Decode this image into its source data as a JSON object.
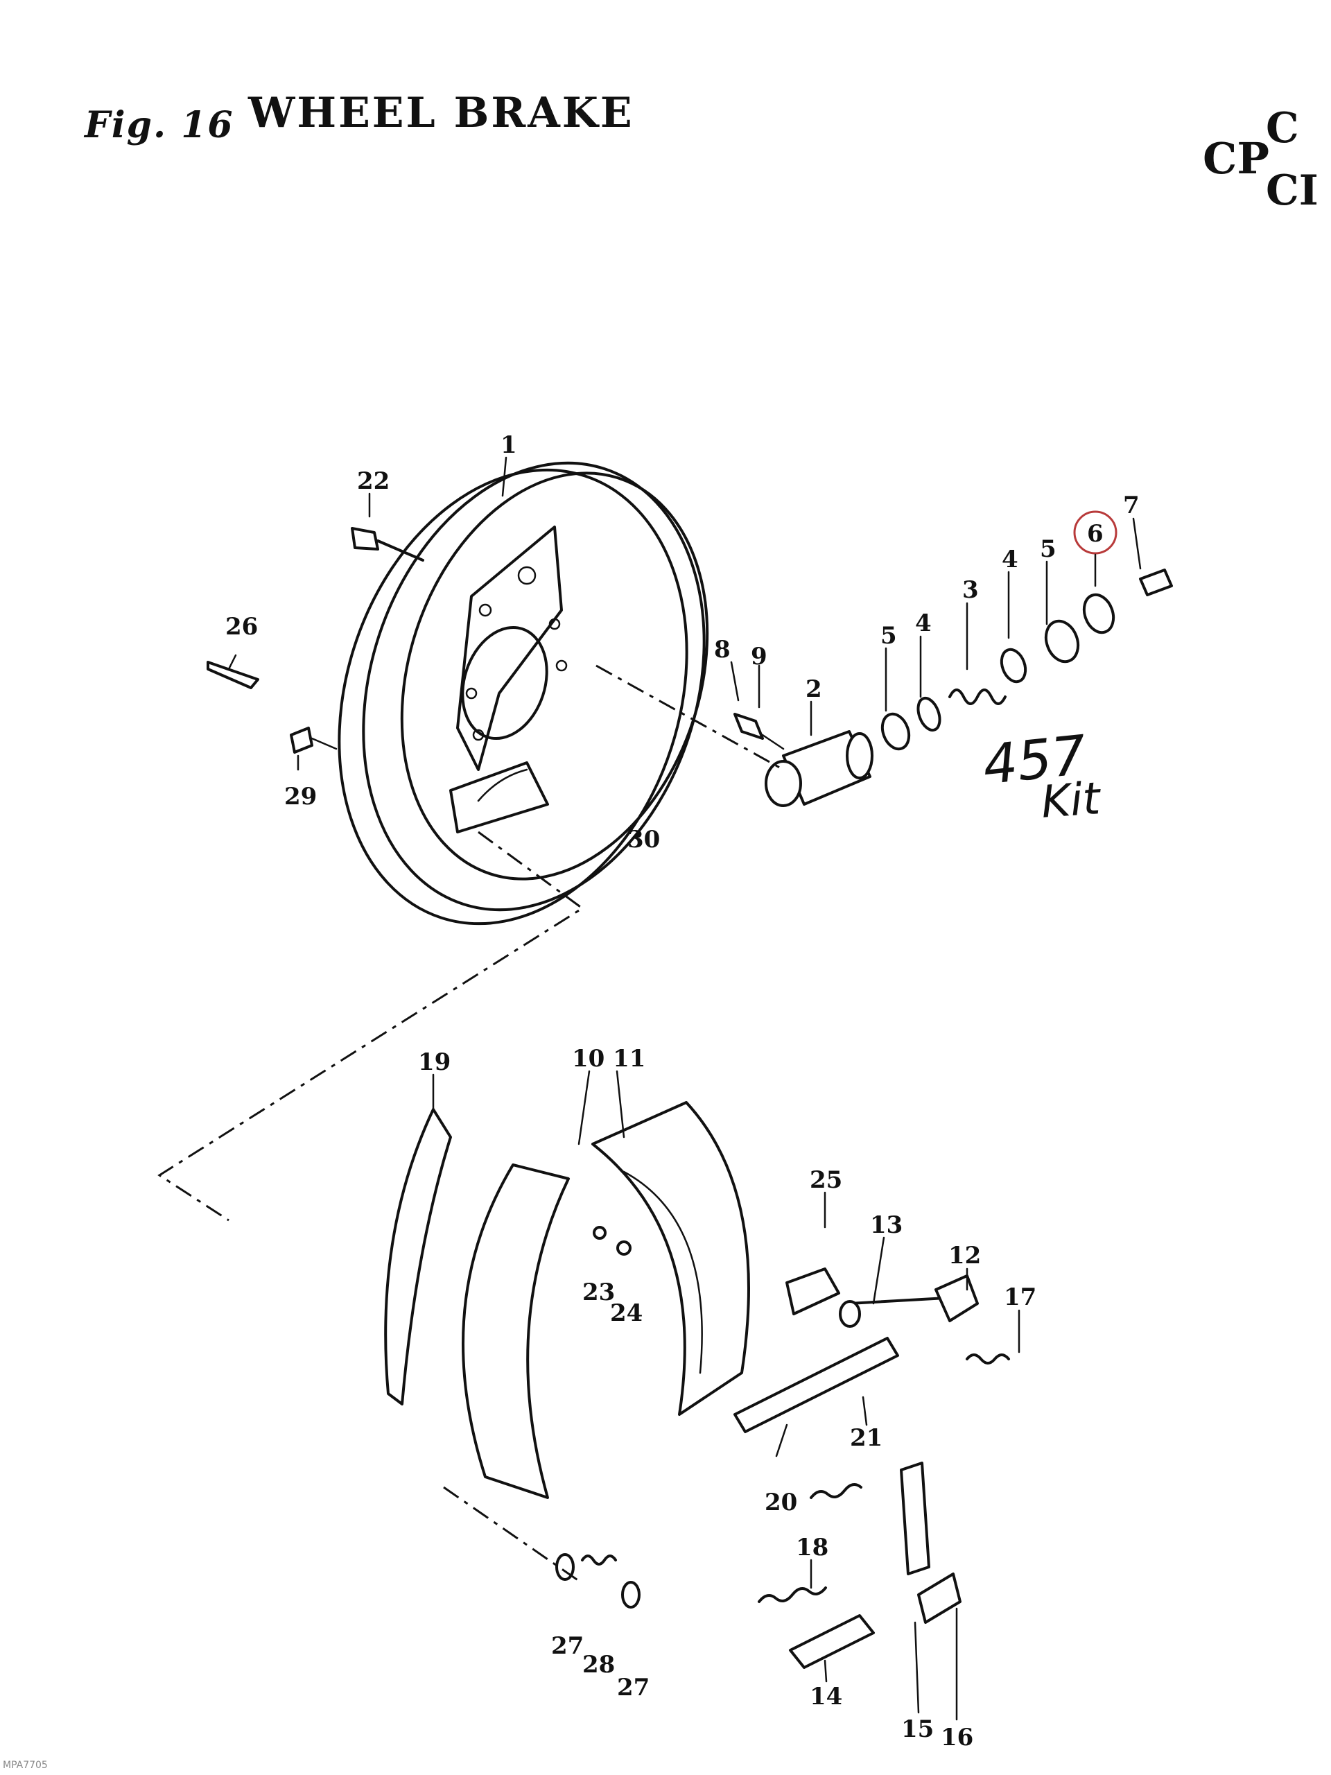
{
  "title": {
    "figure": "Fig. 16",
    "name": "WHEEL BRAKE"
  },
  "corner_marks": {
    "cp": "CP",
    "c_top": "C",
    "c_bottom": "CI"
  },
  "handwritten": {
    "number": "457",
    "word": "Kit"
  },
  "watermark": "MPA7705",
  "callouts": {
    "c1": "1",
    "c2": "2",
    "c3": "3",
    "c4a": "4",
    "c4b": "4",
    "c5a": "5",
    "c5b": "5",
    "c6": "6",
    "c7": "7",
    "c8": "8",
    "c9": "9",
    "c10_11": "10 11",
    "c12": "12",
    "c13": "13",
    "c14": "14",
    "c15": "15",
    "c16": "16",
    "c17": "17",
    "c18": "18",
    "c19": "19",
    "c20": "20",
    "c21": "21",
    "c22": "22",
    "c23": "23",
    "c24": "24",
    "c25": "25",
    "c26": "26",
    "c27a": "27",
    "c27b": "27",
    "c28": "28",
    "c29": "29",
    "c30": "30"
  },
  "highlight": {
    "circled_item": "6",
    "circle_color": "#b83a3a"
  }
}
